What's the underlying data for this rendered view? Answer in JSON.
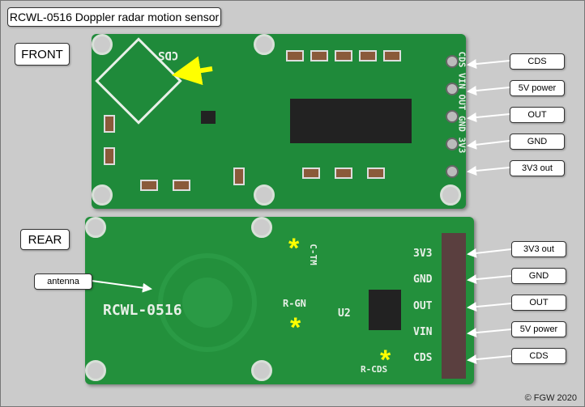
{
  "title": "RCWL-0516 Doppler radar motion sensor",
  "front": {
    "label": "FRONT",
    "silk": {
      "cds": "CDS",
      "pins": "CDS VIN OUT GND 3V3"
    },
    "pin_labels": [
      "CDS",
      "5V power",
      "OUT",
      "GND",
      "3V3 out"
    ]
  },
  "rear": {
    "label": "REAR",
    "silk": {
      "model": "RCWL-0516",
      "ctm": "C-TM",
      "rgn": "R-GN",
      "u2": "U2",
      "rcds": "R-CDS",
      "pins": [
        "3V3",
        "GND",
        "OUT",
        "VIN",
        "CDS"
      ]
    },
    "pin_labels": [
      "3V3 out",
      "GND",
      "OUT",
      "5V power",
      "CDS"
    ],
    "antenna_label": "antenna"
  },
  "copyright": "© FGW 2020",
  "colors": {
    "background": "#cbcbcb",
    "pcb": "#1f8a3a",
    "highlight": "#ffff00"
  }
}
